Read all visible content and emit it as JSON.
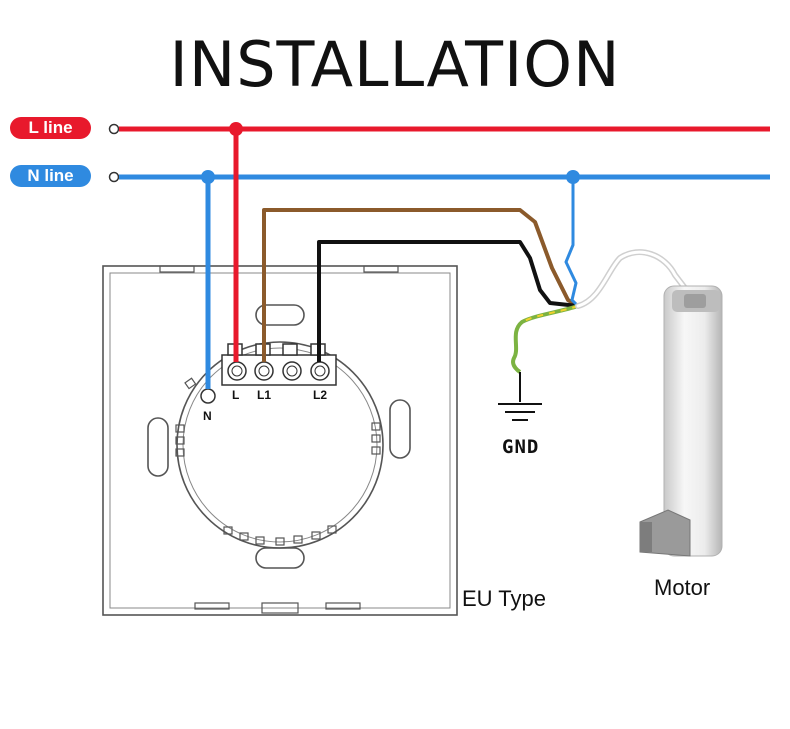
{
  "title": "INSTALLATION",
  "lines": {
    "l_label": "L line",
    "n_label": "N line"
  },
  "colors": {
    "live": "#e8192c",
    "neutral": "#2f8ae0",
    "brown": "#8b5a2b",
    "black": "#111111",
    "earth": "#8bc34a"
  },
  "switch": {
    "terminals": [
      "L",
      "L1",
      "L2"
    ],
    "neutral_terminal": "N",
    "type_label": "EU Type"
  },
  "ground_label": "GND",
  "motor_label": "Motor"
}
